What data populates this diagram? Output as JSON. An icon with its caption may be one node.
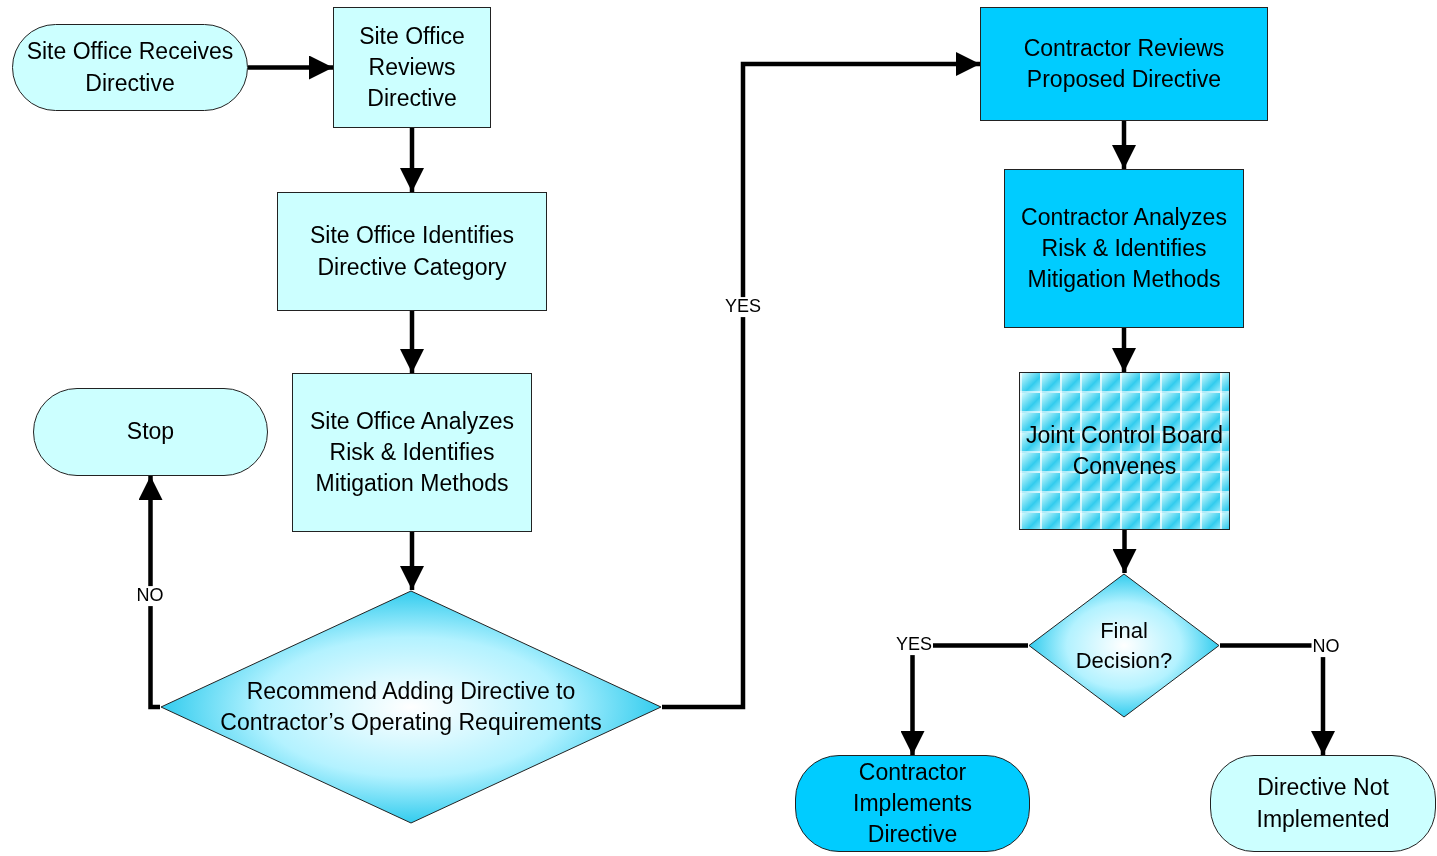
{
  "diagram": {
    "nodes": [
      {
        "text": [
          "Site Office Receives Directive"
        ]
      },
      {
        "text": [
          "Site Office Reviews Directive"
        ]
      },
      {
        "text": [
          "Site Office Identifies Directive Category"
        ]
      },
      {
        "text": [
          "Site Office Analyzes Risk & Identifies Mitigation Methods"
        ]
      },
      {
        "text": [
          "Recommend Adding Directive to Contractor’s Operating Requirements"
        ]
      },
      {
        "text": [
          "Stop"
        ]
      },
      {
        "text": [
          "Contractor Reviews Proposed Directive"
        ]
      },
      {
        "text": [
          "Contractor Analyzes Risk & Identifies Mitigation Methods"
        ]
      },
      {
        "text": [
          "Joint Control Board Convenes"
        ]
      },
      {
        "text": [
          "Final Decision?"
        ]
      },
      {
        "text": [
          "Contractor Implements Directive"
        ]
      },
      {
        "text": [
          "Directive Not Implemented"
        ]
      }
    ],
    "edges": [
      {
        "from": 0,
        "to": 1,
        "arrow": "to"
      },
      {
        "from": 1,
        "to": 2,
        "arrow": "to"
      },
      {
        "from": 2,
        "to": 3,
        "arrow": "to"
      },
      {
        "from": 3,
        "to": 4,
        "arrow": "to"
      },
      {
        "from": 4,
        "to": 5,
        "arrow": "to",
        "label": "NO"
      },
      {
        "from": 4,
        "to": 6,
        "arrow": "to",
        "label": "YES"
      },
      {
        "from": 6,
        "to": 7,
        "arrow": "to"
      },
      {
        "from": 7,
        "to": 8,
        "arrow": "to"
      },
      {
        "from": 8,
        "to": 9,
        "arrow": "to"
      },
      {
        "from": 9,
        "to": 10,
        "arrow": "to",
        "label": "YES"
      },
      {
        "from": 9,
        "to": 11,
        "arrow": "to",
        "label": "NO"
      }
    ]
  }
}
